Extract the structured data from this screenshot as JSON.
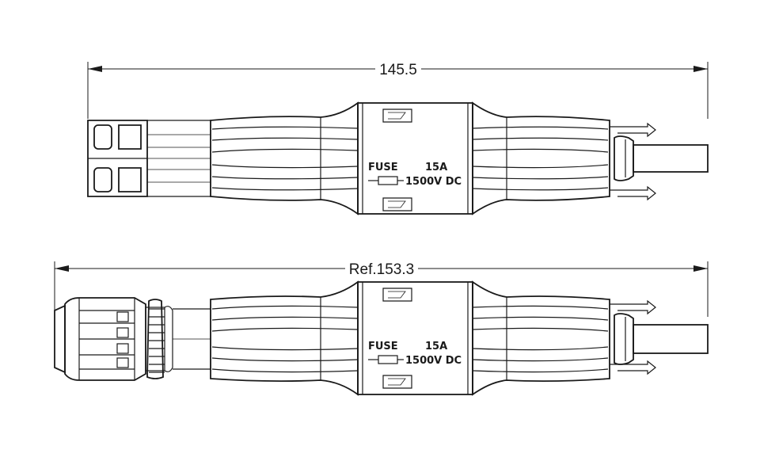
{
  "top_view": {
    "dimension": "145.5",
    "fuse_label": "FUSE",
    "current_rating": "15A",
    "voltage_rating": "1500V DC"
  },
  "bottom_view": {
    "dimension": "Ref.153.3",
    "fuse_label": "FUSE",
    "current_rating": "15A",
    "voltage_rating": "1500V DC"
  }
}
